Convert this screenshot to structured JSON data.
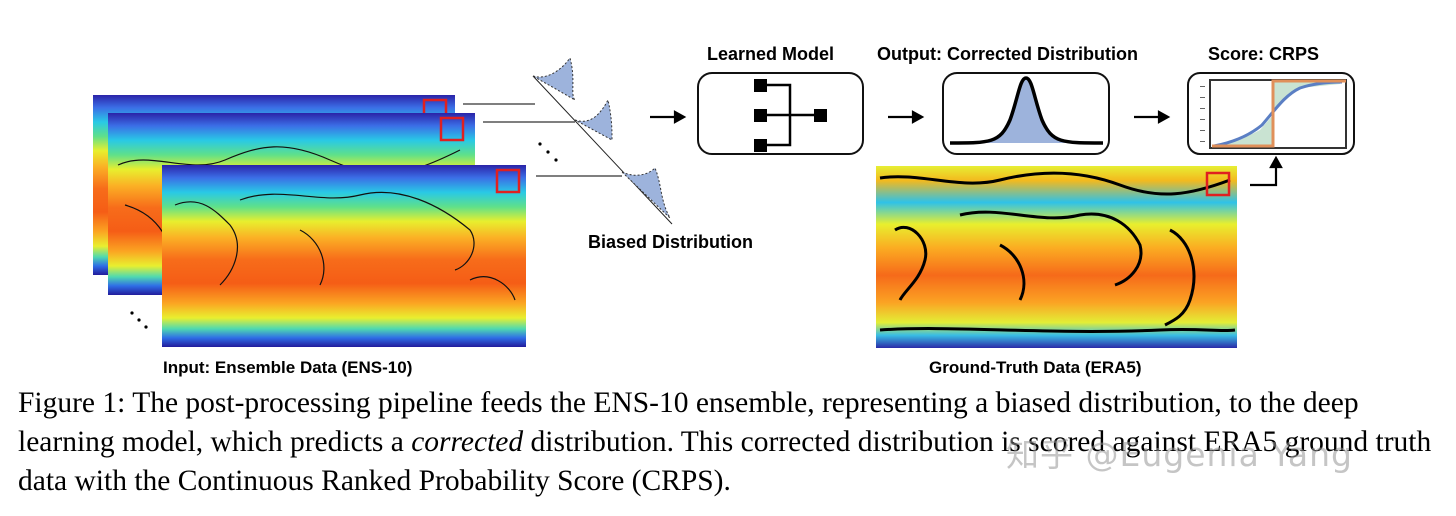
{
  "figure": {
    "labels": {
      "learned_model": "Learned Model",
      "output": "Output: Corrected Distribution",
      "score": "Score: CRPS",
      "biased": "Biased Distribution",
      "input": "Input: Ensemble Data (ENS-10)",
      "ground_truth": "Ground-Truth Data (ERA5)"
    },
    "colors": {
      "distribution_fill": "#9db3dc",
      "cdf_line": "#5b7fc4",
      "step_line": "#e0905a",
      "crps_fill": "#c9e3d2",
      "highlight_box": "#e02020"
    }
  },
  "caption": {
    "figure_number": "Figure 1:",
    "text_1": "The post-processing pipeline feeds the ENS-10 ensemble, representing a biased distribution, to the deep learning model, which predicts a",
    "emphasis": "corrected",
    "text_2": "distribution. This corrected distribution is scored against ERA5 ground truth data with the Continuous Ranked Probability Score (CRPS)."
  },
  "watermark": {
    "text": "知乎 @Eugenia Yang"
  }
}
